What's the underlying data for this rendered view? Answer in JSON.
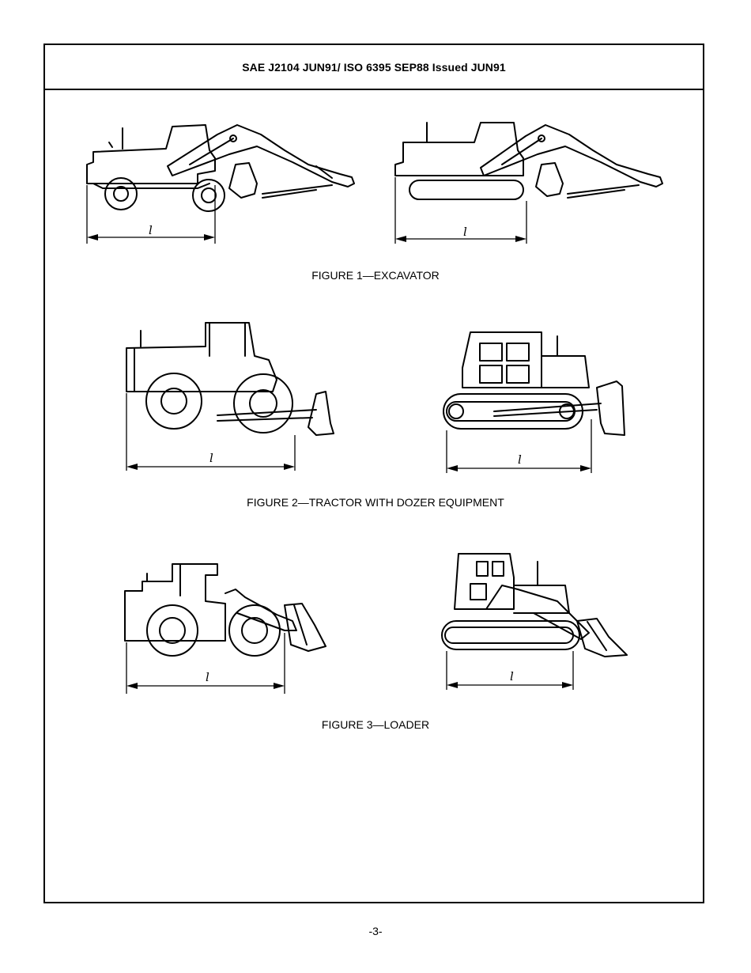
{
  "header": {
    "title": "SAE J2104 JUN91/ ISO 6395 SEP88 Issued JUN91"
  },
  "figures": [
    {
      "caption": "FIGURE 1—EXCAVATOR",
      "drawings": [
        "wheeled-excavator",
        "crawler-excavator"
      ]
    },
    {
      "caption": "FIGURE 2—TRACTOR WITH DOZER EQUIPMENT",
      "drawings": [
        "wheeled-dozer",
        "crawler-dozer"
      ]
    },
    {
      "caption": "FIGURE 3—LOADER",
      "drawings": [
        "wheeled-loader",
        "crawler-loader"
      ]
    }
  ],
  "dimension_label": "l",
  "page_number": "-3-"
}
